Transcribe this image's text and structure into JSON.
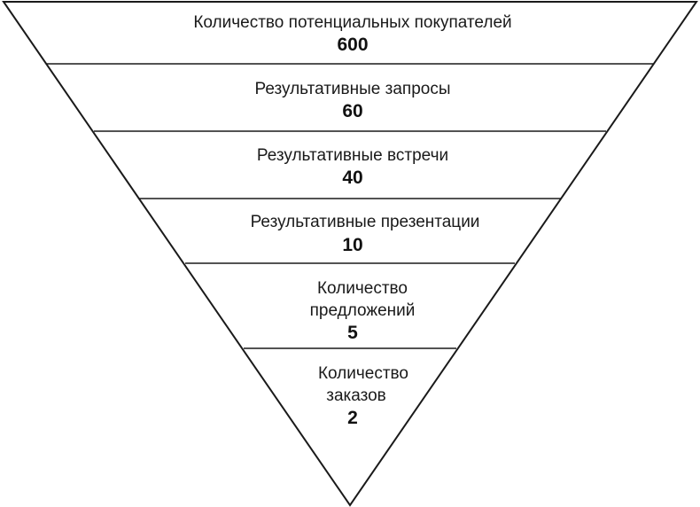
{
  "funnel": {
    "stages": [
      {
        "label_lines": [
          "Количество потенциальных покупателей"
        ],
        "value": "600"
      },
      {
        "label_lines": [
          "Результативные запросы"
        ],
        "value": "60"
      },
      {
        "label_lines": [
          "Результативные встречи"
        ],
        "value": "40"
      },
      {
        "label_lines": [
          "Результативные презентации"
        ],
        "value": "10"
      },
      {
        "label_lines": [
          "Количество",
          "предложений"
        ],
        "value": "5"
      },
      {
        "label_lines": [
          "Количество",
          "заказов"
        ],
        "value": "2"
      }
    ],
    "colors": {
      "stroke": "#1a1a1a",
      "fill": "#ffffff"
    }
  }
}
